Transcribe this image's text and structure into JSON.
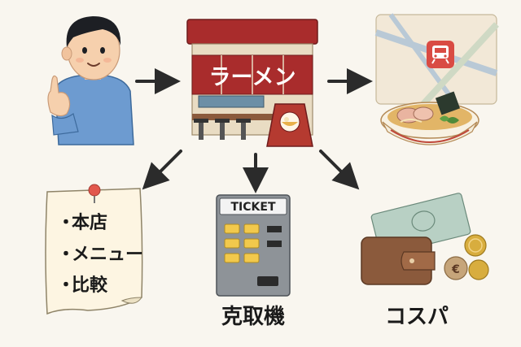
{
  "shop": {
    "sign_text": "ラーメン",
    "board_icon": "ramen-bowl-icon"
  },
  "map": {
    "station_icon": "train-station-icon"
  },
  "note": {
    "items": [
      "本店",
      "メニュー",
      "比較"
    ],
    "bullet": "・"
  },
  "ticket_machine": {
    "header": "TICKET",
    "caption": "克取機"
  },
  "wallet": {
    "caption": "コスパ",
    "coin_symbol": "€"
  },
  "colors": {
    "background": "#f9f6ef",
    "shop_red": "#a92c2c",
    "arrow": "#2b2b2b",
    "skin": "#f6d0ad",
    "shirt": "#6d9bd0",
    "map_bg": "#f2e8d7",
    "station_red": "#d94b43",
    "machine_gray": "#8e9398",
    "button_yellow": "#f2c94c",
    "wallet_brown": "#8b5a3c",
    "coin_gold": "#d8ad3e",
    "money_green": "#b8d0c4"
  }
}
